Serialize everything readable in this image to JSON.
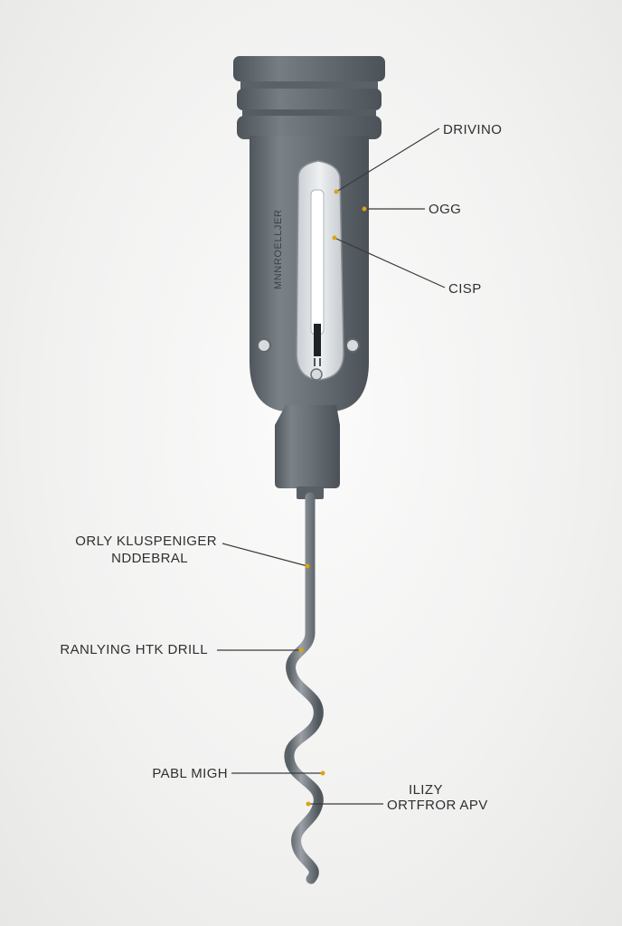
{
  "diagram": {
    "body_text": "MNNROELLJER",
    "labels": {
      "top_1": "DRIVINO",
      "top_2": "OGG",
      "top_3": "CISP",
      "shaft_line1": "ORLY KLUSPENIGER",
      "shaft_line2": "NDDEBRAL",
      "helix_1": "RANLYING HTK DRILL",
      "helix_2": "PABL MIGH",
      "helix_3_line1": "ILIZY",
      "helix_3_line2": "ORTFROR APV"
    },
    "colors": {
      "body": "#6b7278",
      "body_dark": "#4e555b",
      "window": "#dfe3e6",
      "leader": "#3b3b3b",
      "dot": "#d9a514"
    }
  }
}
